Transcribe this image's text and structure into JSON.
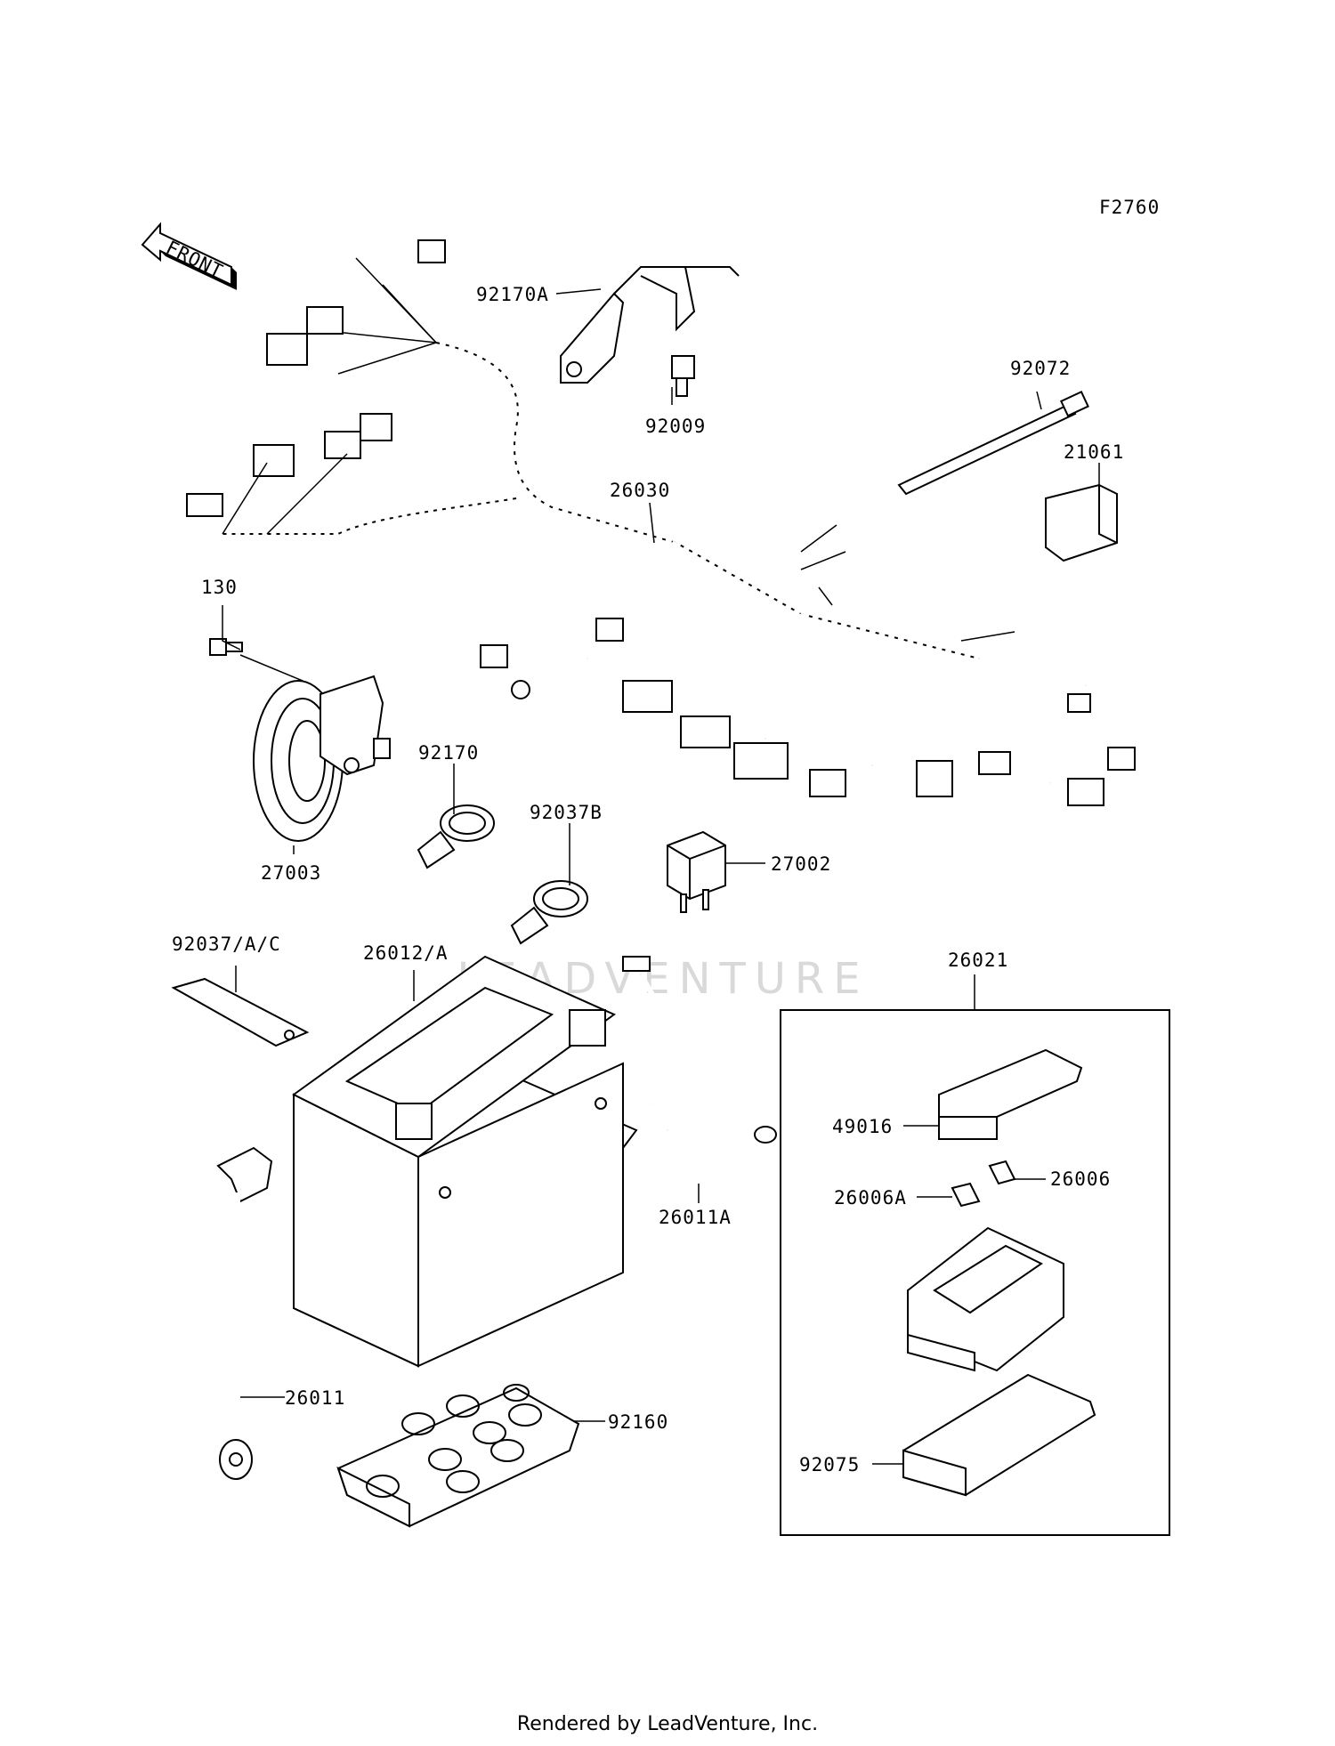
{
  "figure_code": "F2760",
  "front_arrow_label": "FRONT",
  "watermark": "LEADVENTURE",
  "footer": "Rendered by LeadVenture, Inc.",
  "callouts": {
    "p92170A": "92170A",
    "p92009": "92009",
    "p92072": "92072",
    "p21061": "21061",
    "p26030": "26030",
    "p130": "130",
    "p92170": "92170",
    "p92037B": "92037B",
    "p27003": "27003",
    "p27002": "27002",
    "p92037AC": "92037/A/C",
    "p26012A": "26012/A",
    "p26021": "26021",
    "p49016": "49016",
    "p26006": "26006",
    "p26006A": "26006A",
    "p26011A": "26011A",
    "p26011": "26011",
    "p92160": "92160",
    "p92075": "92075"
  }
}
